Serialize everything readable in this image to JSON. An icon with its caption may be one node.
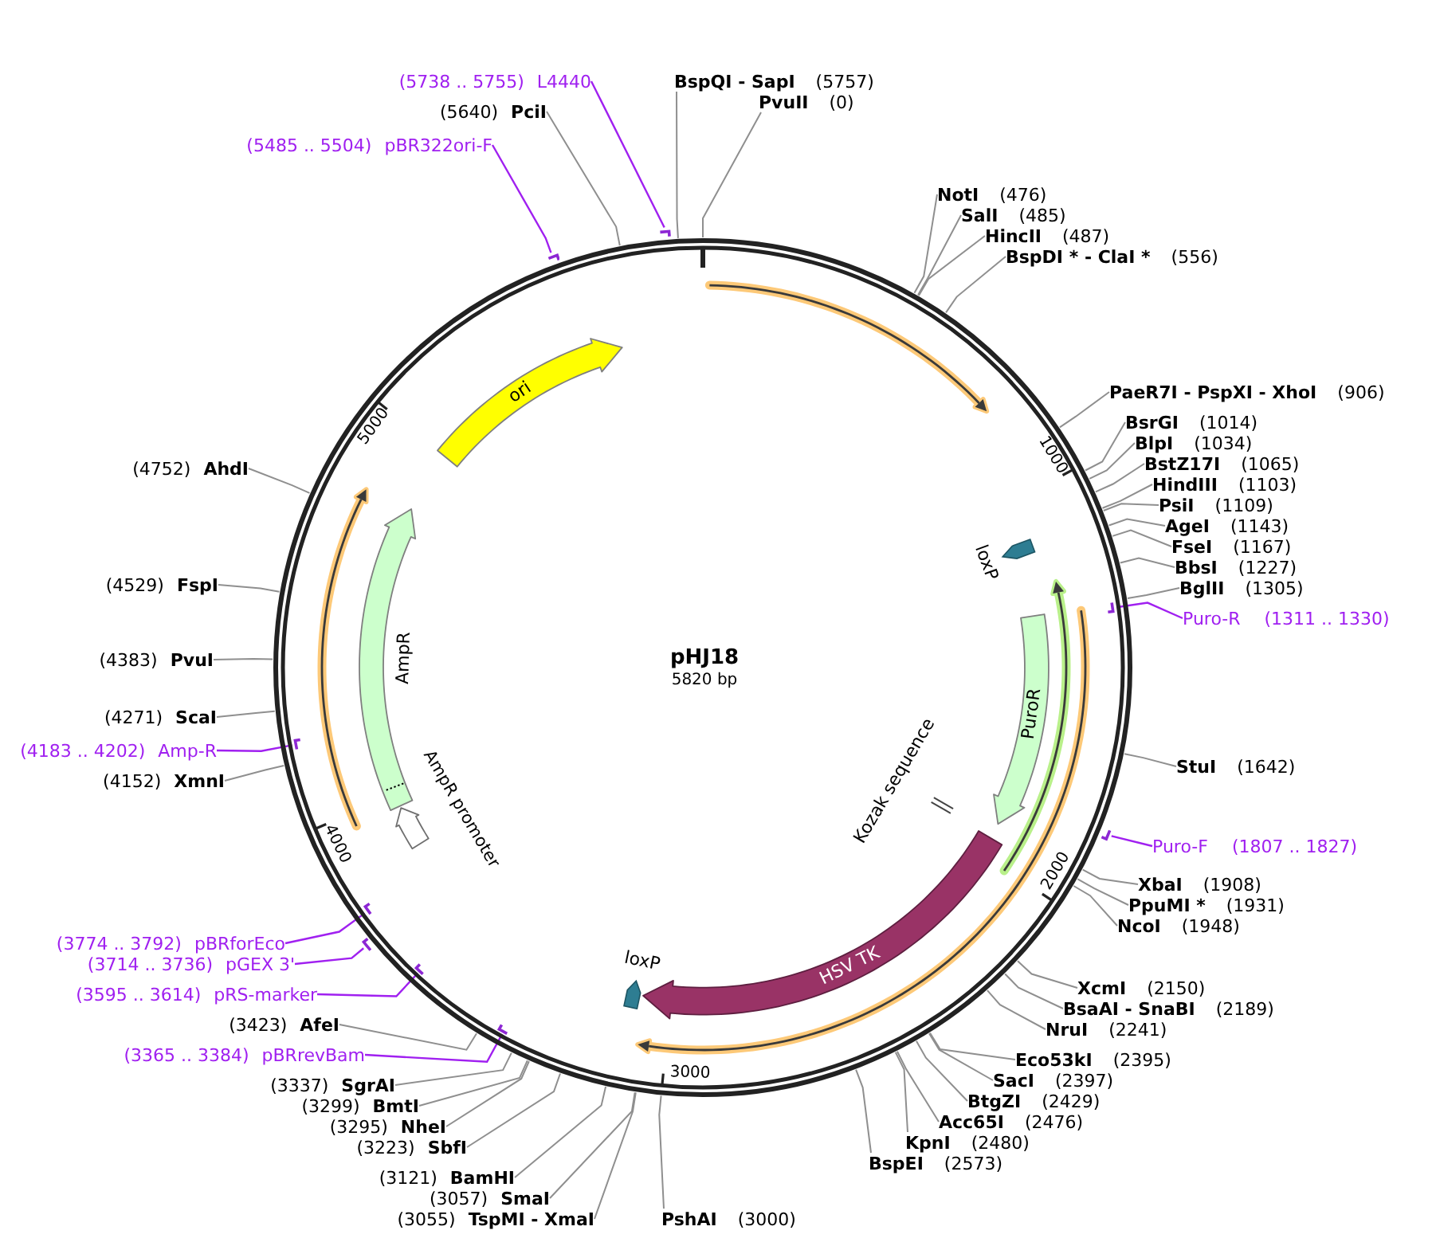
{
  "diagram": {
    "nodes": [
      {
        "text": [
          "pHJ18",
          "5820 bp"
        ]
      },
      {
        "text": [
          "ori"
        ],
        "in": 0
      },
      {
        "text": [
          "loxP"
        ],
        "in": 0
      },
      {
        "text": [
          "PuroR"
        ],
        "in": 0
      },
      {
        "text": [
          "Kozak sequence"
        ],
        "in": 0
      },
      {
        "text": [
          "HSV TK"
        ],
        "in": 0
      },
      {
        "text": [
          "loxP"
        ],
        "in": 0
      },
      {
        "text": [
          "AmpR promoter"
        ],
        "in": 0
      },
      {
        "text": [
          "AmpR"
        ],
        "in": 0
      },
      {
        "text": [],
        "shape": "bar"
      },
      {
        "text": [],
        "shape": "bar"
      },
      {
        "text": [],
        "shape": "bar",
        "in": 0
      },
      {
        "text": [],
        "shape": "bar"
      },
      {
        "text": [],
        "shape": "bar",
        "in": 0
      },
      {
        "text": [],
        "shape": "bar",
        "in": 0
      },
      {
        "text": [],
        "shape": "bar"
      },
      {
        "text": [],
        "shape": "bar",
        "in": 0
      },
      {
        "text": [],
        "shape": "bar",
        "in": 0
      },
      {
        "text": [
          "(5738 .. 5755)",
          "L4440"
        ]
      },
      {
        "text": [
          "BspQI - SapI",
          "(5757)"
        ]
      },
      {
        "text": [
          "(5640)",
          "PciI"
        ]
      },
      {
        "text": [
          "PvuII",
          "(0)"
        ]
      },
      {
        "text": [
          "(5485 .. 5504)",
          "pBR322ori-F"
        ]
      },
      {
        "text": [
          "NotI",
          "(476)"
        ]
      },
      {
        "text": [
          "SalI",
          "(485)"
        ]
      },
      {
        "text": [
          "HincII",
          "(487)"
        ]
      },
      {
        "text": [
          "BspDI * - ClaI *",
          "(556)"
        ]
      },
      {
        "text": [
          "PaeR7I - PspXI - XhoI",
          "(906)"
        ]
      },
      {
        "text": [
          "BsrGI",
          "(1014)"
        ]
      },
      {
        "text": [
          "BlpI",
          "(1034)"
        ]
      },
      {
        "text": [
          "BstZ17I",
          "(1065)"
        ]
      },
      {
        "text": [
          "HindIII",
          "(1103)"
        ]
      },
      {
        "text": [
          "PsiI",
          "(1109)"
        ]
      },
      {
        "text": [
          "AgeI",
          "(1143)"
        ]
      },
      {
        "text": [
          "FseI",
          "(1167)"
        ]
      },
      {
        "text": [
          "BbsI",
          "(1227)"
        ]
      },
      {
        "text": [
          "BglII",
          "(1305)"
        ]
      },
      {
        "text": [
          "Puro-R",
          "(1311 .. 1330)"
        ]
      },
      {
        "text": [
          "StuI",
          "(1642)"
        ]
      },
      {
        "text": [
          "Puro-F",
          "(1807 .. 1827)"
        ]
      },
      {
        "text": [
          "XbaI",
          "(1908)"
        ]
      },
      {
        "text": [
          "PpuMI *",
          "(1931)"
        ]
      },
      {
        "text": [
          "NcoI",
          "(1948)"
        ]
      },
      {
        "text": [
          "XcmI",
          "(2150)"
        ]
      },
      {
        "text": [
          "BsaAI - SnaBI",
          "(2189)"
        ]
      },
      {
        "text": [
          "NruI",
          "(2241)"
        ]
      },
      {
        "text": [
          "Eco53kI",
          "(2395)"
        ]
      },
      {
        "text": [
          "SacI",
          "(2397)"
        ]
      },
      {
        "text": [
          "BtgZI",
          "(2429)"
        ]
      },
      {
        "text": [
          "Acc65I",
          "(2476)"
        ]
      },
      {
        "text": [
          "KpnI",
          "(2480)"
        ]
      },
      {
        "text": [
          "BspEI",
          "(2573)"
        ]
      },
      {
        "text": [
          "PshAI",
          "(3000)"
        ]
      },
      {
        "text": [
          "(3055)",
          "TspMI - XmaI"
        ]
      },
      {
        "text": [
          "(3057)",
          "SmaI"
        ]
      },
      {
        "text": [
          "(3121)",
          "BamHI"
        ]
      },
      {
        "text": [
          "(3223)",
          "SbfI"
        ]
      },
      {
        "text": [
          "(3295)",
          "NheI"
        ]
      },
      {
        "text": [
          "(3299)",
          "BmtI"
        ]
      },
      {
        "text": [
          "(3337)",
          "SgrAI"
        ]
      },
      {
        "text": [
          "(3365 .. 3384)",
          "pBRrevBam"
        ]
      },
      {
        "text": [
          "(3423)",
          "AfeI"
        ]
      },
      {
        "text": [
          "(3595 .. 3614)",
          "pRS-marker"
        ]
      },
      {
        "text": [
          "(3714 .. 3736)",
          "pGEX 3'"
        ]
      },
      {
        "text": [
          "(3774 .. 3792)",
          "pBRforEco"
        ]
      },
      {
        "text": [
          "(4152)",
          "XmnI"
        ]
      },
      {
        "text": [
          "(4183 .. 4202)",
          "Amp-R"
        ]
      },
      {
        "text": [
          "(4271)",
          "ScaI"
        ]
      },
      {
        "text": [
          "(4383)",
          "PvuI"
        ]
      },
      {
        "text": [
          "(4529)",
          "FspI"
        ]
      },
      {
        "text": [
          "(4752)",
          "AhdI"
        ]
      }
    ],
    "edges": [
      {
        "from": 18,
        "to": 9,
        "arrow": "none",
        "color": "#a020f0"
      },
      {
        "from": 19,
        "to": 0,
        "arrow": "none"
      },
      {
        "from": 20,
        "to": 0,
        "arrow": "none"
      },
      {
        "from": 21,
        "to": 0,
        "arrow": "none"
      },
      {
        "from": 22,
        "to": 10,
        "arrow": "none",
        "color": "#a020f0"
      },
      {
        "from": 23,
        "to": 0,
        "arrow": "none"
      },
      {
        "from": 24,
        "to": 0,
        "arrow": "none"
      },
      {
        "from": 25,
        "to": 0,
        "arrow": "none"
      },
      {
        "from": 26,
        "to": 0,
        "arrow": "none"
      },
      {
        "from": 27,
        "to": 0,
        "arrow": "none"
      },
      {
        "from": 28,
        "to": 0,
        "arrow": "none"
      },
      {
        "from": 29,
        "to": 0,
        "arrow": "none"
      },
      {
        "from": 30,
        "to": 0,
        "arrow": "none"
      },
      {
        "from": 31,
        "to": 0,
        "arrow": "none"
      },
      {
        "from": 32,
        "to": 0,
        "arrow": "none"
      },
      {
        "from": 33,
        "to": 0,
        "arrow": "none"
      },
      {
        "from": 34,
        "to": 0,
        "arrow": "none"
      },
      {
        "from": 35,
        "to": 0,
        "arrow": "none"
      },
      {
        "from": 36,
        "to": 0,
        "arrow": "none"
      },
      {
        "from": 37,
        "to": 11,
        "arrow": "none",
        "color": "#a020f0"
      },
      {
        "from": 38,
        "to": 0,
        "arrow": "none"
      },
      {
        "from": 39,
        "to": 12,
        "arrow": "none",
        "color": "#a020f0"
      },
      {
        "from": 40,
        "to": 0,
        "arrow": "none"
      },
      {
        "from": 41,
        "to": 0,
        "arrow": "none"
      },
      {
        "from": 42,
        "to": 0,
        "arrow": "none"
      },
      {
        "from": 43,
        "to": 0,
        "arrow": "none"
      },
      {
        "from": 44,
        "to": 0,
        "arrow": "none"
      },
      {
        "from": 45,
        "to": 0,
        "arrow": "none"
      },
      {
        "from": 46,
        "to": 0,
        "arrow": "none"
      },
      {
        "from": 47,
        "to": 0,
        "arrow": "none"
      },
      {
        "from": 48,
        "to": 0,
        "arrow": "none"
      },
      {
        "from": 49,
        "to": 0,
        "arrow": "none"
      },
      {
        "from": 50,
        "to": 0,
        "arrow": "none"
      },
      {
        "from": 51,
        "to": 0,
        "arrow": "none"
      },
      {
        "from": 52,
        "to": 0,
        "arrow": "none"
      },
      {
        "from": 53,
        "to": 0,
        "arrow": "none"
      },
      {
        "from": 54,
        "to": 0,
        "arrow": "none"
      },
      {
        "from": 55,
        "to": 0,
        "arrow": "none"
      },
      {
        "from": 56,
        "to": 0,
        "arrow": "none"
      },
      {
        "from": 57,
        "to": 0,
        "arrow": "none"
      },
      {
        "from": 58,
        "to": 0,
        "arrow": "none"
      },
      {
        "from": 59,
        "to": 0,
        "arrow": "none"
      },
      {
        "from": 60,
        "to": 13,
        "arrow": "none",
        "color": "#a020f0"
      },
      {
        "from": 61,
        "to": 0,
        "arrow": "none"
      },
      {
        "from": 62,
        "to": 14,
        "arrow": "none",
        "color": "#a020f0"
      },
      {
        "from": 63,
        "to": 15,
        "arrow": "none",
        "color": "#a020f0"
      },
      {
        "from": 64,
        "to": 16,
        "arrow": "none",
        "color": "#a020f0"
      },
      {
        "from": 65,
        "to": 0,
        "arrow": "none"
      },
      {
        "from": 66,
        "to": 17,
        "arrow": "none",
        "color": "#a020f0"
      },
      {
        "from": 67,
        "to": 0,
        "arrow": "none"
      },
      {
        "from": 68,
        "to": 0,
        "arrow": "none"
      },
      {
        "from": 69,
        "to": 0,
        "arrow": "none"
      },
      {
        "from": 70,
        "to": 0,
        "arrow": "none"
      }
    ],
    "labels": [
      "1000",
      "2000",
      "3000",
      "4000",
      "5000"
    ]
  }
}
